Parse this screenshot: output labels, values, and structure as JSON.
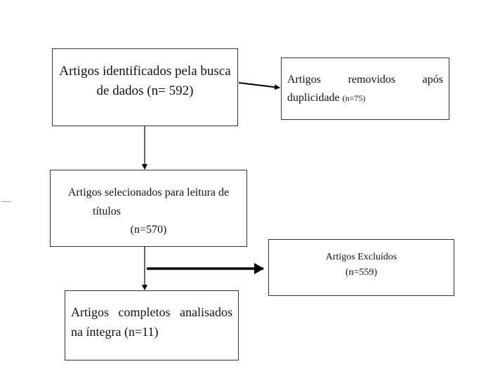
{
  "flowchart": {
    "identified": {
      "line1": "Artigos identificados pela busca",
      "line2": "de dados (n= 592)"
    },
    "duplicates": {
      "word1": "Artigos",
      "word2": "removidos",
      "word3": "após",
      "line2_text": "duplicidade",
      "line2_count": "(n=75)"
    },
    "selected": {
      "line1": "Artigos selecionados para leitura de",
      "line2": "títulos",
      "line3": "(n=570)"
    },
    "excluded": {
      "line1": "Artigos Excluídos",
      "line2": "(n=559)"
    },
    "complete": {
      "w1": "Artigos",
      "w2": "completos",
      "w3": "analisados",
      "line2": "na íntegra (n=11)"
    }
  },
  "colors": {
    "border": "#333333",
    "arrow": "#000000",
    "background": "#ffffff"
  }
}
